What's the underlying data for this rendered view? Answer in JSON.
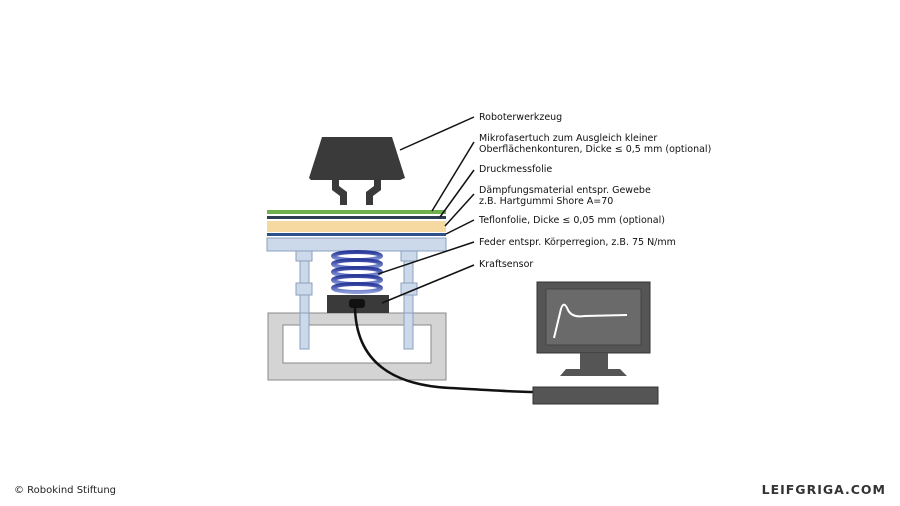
{
  "labels": {
    "tool": "Roboterwerkzeug",
    "cloth_line1": "Mikrofasertuch zum Ausgleich kleiner",
    "cloth_line2": "Oberflächenkonturen, Dicke ≤ 0,5 mm (optional)",
    "pressure_film": "Druckmessfolie",
    "damping_line1": "Dämpfungsmaterial entspr. Gewebe",
    "damping_line2": "z.B. Hartgummi Shore A=70",
    "teflon": "Teflonfolie, Dicke ≤ 0,05 mm (optional)",
    "spring": "Feder entspr. Körperregion, z.B. 75 N/mm",
    "sensor": "Kraftsensor"
  },
  "footer": {
    "copyright": "© Robokind Stiftung",
    "brand": "LEIFGRIGA.COM"
  },
  "colors": {
    "tool": "#3a3a3a",
    "green_layer": "#6fb04a",
    "dark_layer": "#2c3e50",
    "damping_layer": "#f6d9a0",
    "teflon_layer": "#2d4f8a",
    "plate": "#ccd9ea",
    "spring": "#3a4aa8",
    "base_frame": "#d4d4d4",
    "monitor": "#555555",
    "screen": "#6a6a6a"
  },
  "icons": {
    "monitor": "monitor-icon",
    "signal_curve": "force-curve"
  }
}
